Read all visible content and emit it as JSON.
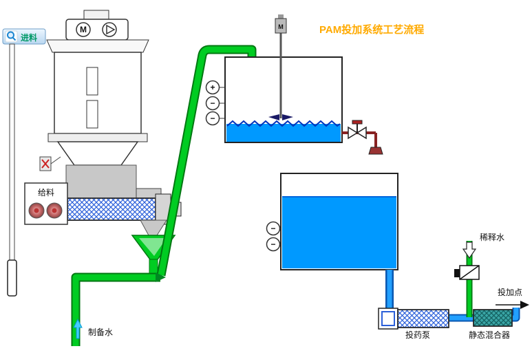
{
  "title": "PAM投加系统工艺流程",
  "feed_button": {
    "label": "进料"
  },
  "feeder_panel": {
    "label": "给料"
  },
  "dissolver": {
    "motor_label": "M"
  },
  "mix_tank": {
    "motor_label": "M",
    "sensors": [
      "+",
      "−",
      "−"
    ]
  },
  "storage_tank": {
    "sensors": [
      "−",
      "−"
    ]
  },
  "labels": {
    "prep_water": "制备水",
    "dosing_pump": "投药泵",
    "static_mixer": "静态混合器",
    "dilution_water": "稀释水",
    "dosing_point": "投加点"
  },
  "colors": {
    "pipe_green": "#00cc22",
    "pipe_green_dark": "#007711",
    "liquid_blue": "#0099ff",
    "title_orange": "#ffaa00",
    "mixer_teal": "#3aa6a6",
    "hatch_blue": "#2b5fd9"
  }
}
